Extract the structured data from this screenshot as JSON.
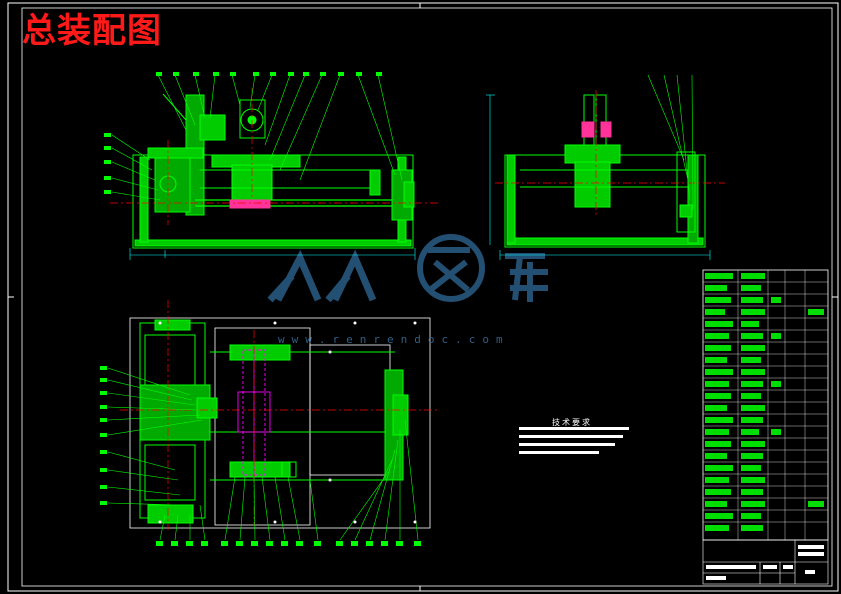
{
  "drawing": {
    "title": "总装配图",
    "watermark_brand": "人人文库",
    "watermark_url": "www.renrendoc.com",
    "tech_requirements_title": "技术要求",
    "colors": {
      "background": "#000000",
      "frame": "#ffffff",
      "part_outline": "#00ff00",
      "fill_part": "#00cc00",
      "center_line": "#ff0000",
      "dimension": "#00ffff",
      "title_text": "#ff1a1a",
      "watermark": "#2f6a9a"
    },
    "icons": [
      "watermark-logo-icon"
    ]
  }
}
